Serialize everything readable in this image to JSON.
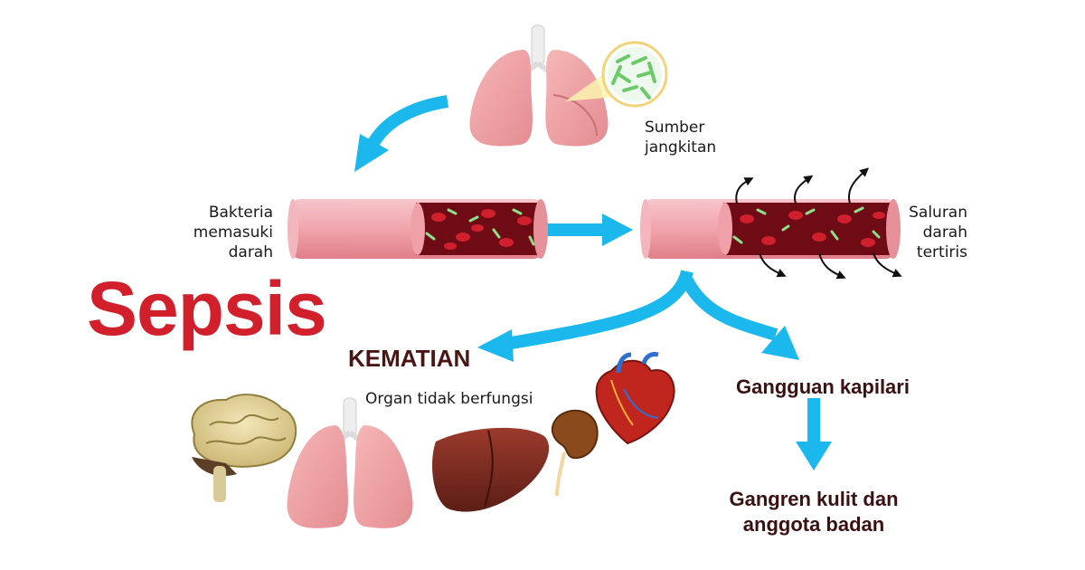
{
  "title": "Sepsis",
  "labels": {
    "infection_source": [
      "Sumber",
      "jangkitan"
    ],
    "bacteria_enter": [
      "Bakteria",
      "memasuki",
      "darah"
    ],
    "vessel_leak": [
      "Saluran",
      "darah",
      "tertiris"
    ],
    "death": "KEMATIAN",
    "organ_failure": "Organ tidak berfungsi",
    "capillary": "Gangguan kapilari",
    "gangrene": [
      "Gangren kulit dan",
      "anggota badan"
    ]
  },
  "colors": {
    "title_red": "#d1202b",
    "arrow_blue": "#1ab8ec",
    "blood_dark": "#7a0c16",
    "vessel_pink": "#f1a4ac",
    "bacteria_green": "#8fe08a"
  },
  "icons": [
    "lungs-icon",
    "bacteria-magnifier-icon",
    "blood-vessel-icon",
    "brain-icon",
    "liver-icon",
    "kidney-icon",
    "heart-icon"
  ]
}
